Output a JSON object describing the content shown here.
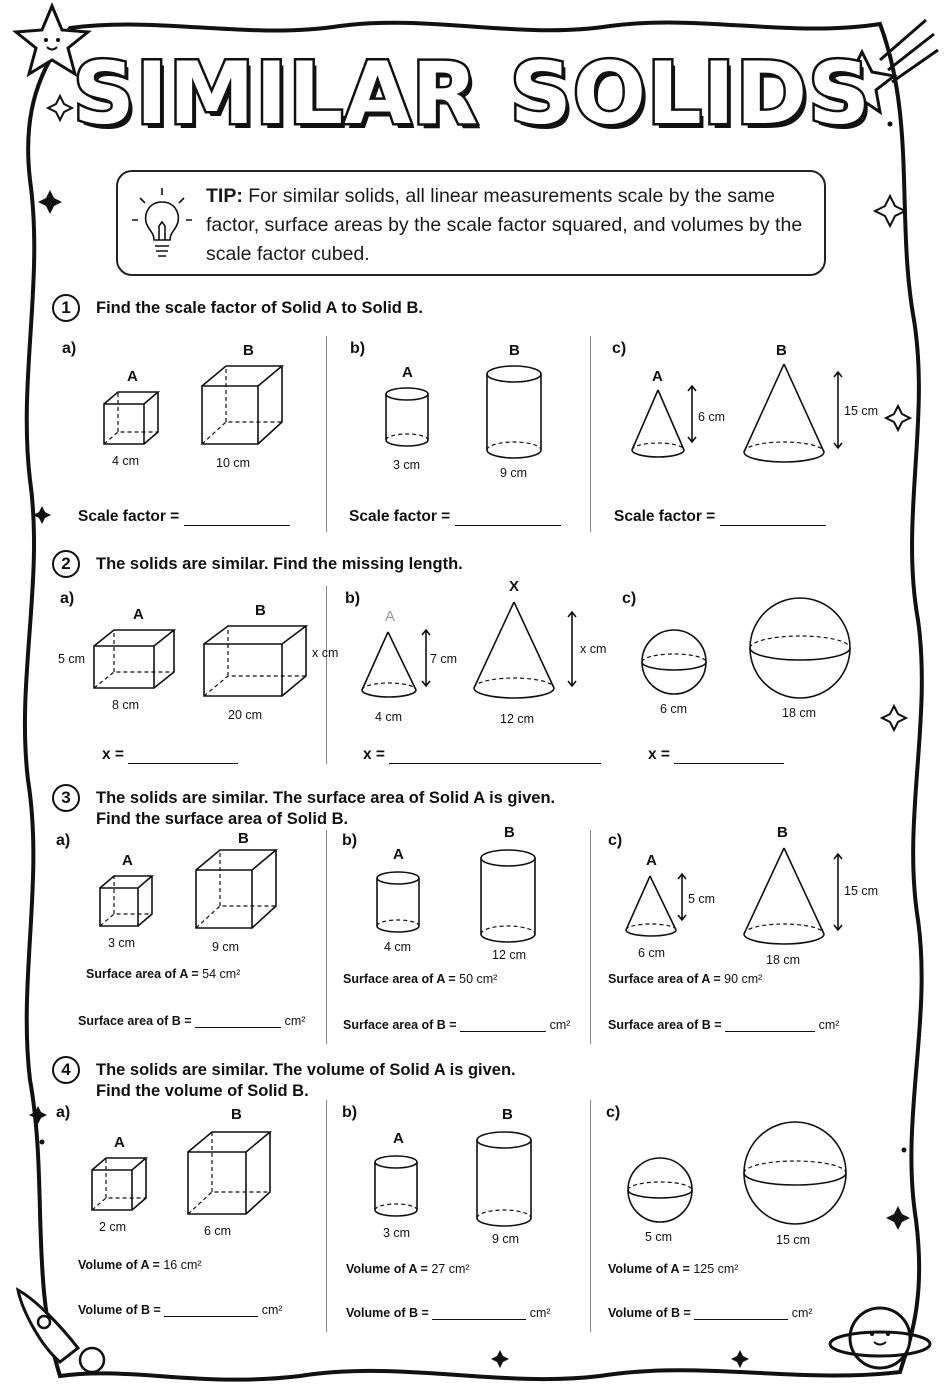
{
  "title": "SIMILAR SOLIDS",
  "tip": {
    "label": "TIP:",
    "text": "For similar solids, all linear measurements scale by the same factor, surface areas by the scale factor squared, and volumes by the scale factor cubed."
  },
  "q1": {
    "num": "1",
    "text": "Find the scale factor of Solid A to Solid B.",
    "a": {
      "part": "a)",
      "la": "A",
      "lb": "B",
      "dim_a": "4 cm",
      "dim_b": "10 cm",
      "answer": "Scale factor ="
    },
    "b": {
      "part": "b)",
      "la": "A",
      "lb": "B",
      "dim_a": "3 cm",
      "dim_b": "9 cm",
      "answer": "Scale factor ="
    },
    "c": {
      "part": "c)",
      "la": "A",
      "lb": "B",
      "dim_a": "6 cm",
      "dim_b": "15 cm",
      "answer": "Scale factor ="
    }
  },
  "q2": {
    "num": "2",
    "text": "The solids are similar. Find the missing length.",
    "a": {
      "part": "a)",
      "la": "A",
      "lb": "B",
      "h_a": "5 cm",
      "w_a": "8 cm",
      "h_b": "x cm",
      "w_b": "20 cm",
      "answer": "x ="
    },
    "b": {
      "part": "b)",
      "la": "A",
      "lb": "X",
      "h_a": "7 cm",
      "w_a": "4 cm",
      "h_b": "x cm",
      "w_b": "12 cm",
      "answer": "x ="
    },
    "c": {
      "part": "c)",
      "d_a": "6 cm",
      "d_b": "18 cm",
      "answer": "x ="
    }
  },
  "q3": {
    "num": "3",
    "text1": "The solids are similar. The surface area of Solid A is given.",
    "text2": "Find the surface area of Solid B.",
    "a": {
      "part": "a)",
      "la": "A",
      "lb": "B",
      "dim_a": "3 cm",
      "dim_b": "9 cm",
      "given_label": "Surface area of A = ",
      "given_value": "54 cm²",
      "answer": "Surface area of B =",
      "unit": "cm²"
    },
    "b": {
      "part": "b)",
      "la": "A",
      "lb": "B",
      "dim_a": "4 cm",
      "dim_b": "12 cm",
      "given_label": "Surface area of A = ",
      "given_value": "50 cm²",
      "answer": "Surface area of B =",
      "unit": "cm²"
    },
    "c": {
      "part": "c)",
      "la": "A",
      "lb": "B",
      "h_a": "5 cm",
      "dim_a": "6 cm",
      "h_b": "15 cm",
      "dim_b": "18 cm",
      "given_label": "Surface area of A = ",
      "given_value": "90 cm²",
      "answer": "Surface area of B =",
      "unit": "cm²"
    }
  },
  "q4": {
    "num": "4",
    "text1": "The solids are similar. The volume of Solid A is given.",
    "text2": "Find the volume of Solid B.",
    "a": {
      "part": "a)",
      "la": "A",
      "lb": "B",
      "dim_a": "2 cm",
      "dim_b": "6 cm",
      "given_label": "Volume of A = ",
      "given_value": "16 cm²",
      "answer": "Volume of B =",
      "unit": "cm²"
    },
    "b": {
      "part": "b)",
      "la": "A",
      "lb": "B",
      "dim_a": "3 cm",
      "dim_b": "9 cm",
      "given_label": "Volume of A = ",
      "given_value": "27 cm²",
      "answer": "Volume of B =",
      "unit": "cm²"
    },
    "c": {
      "part": "c)",
      "dim_a": "5 cm",
      "dim_b": "15 cm",
      "given_label": "Volume of A = ",
      "given_value": "125 cm²",
      "answer": "Volume of B =",
      "unit": "cm²"
    }
  }
}
